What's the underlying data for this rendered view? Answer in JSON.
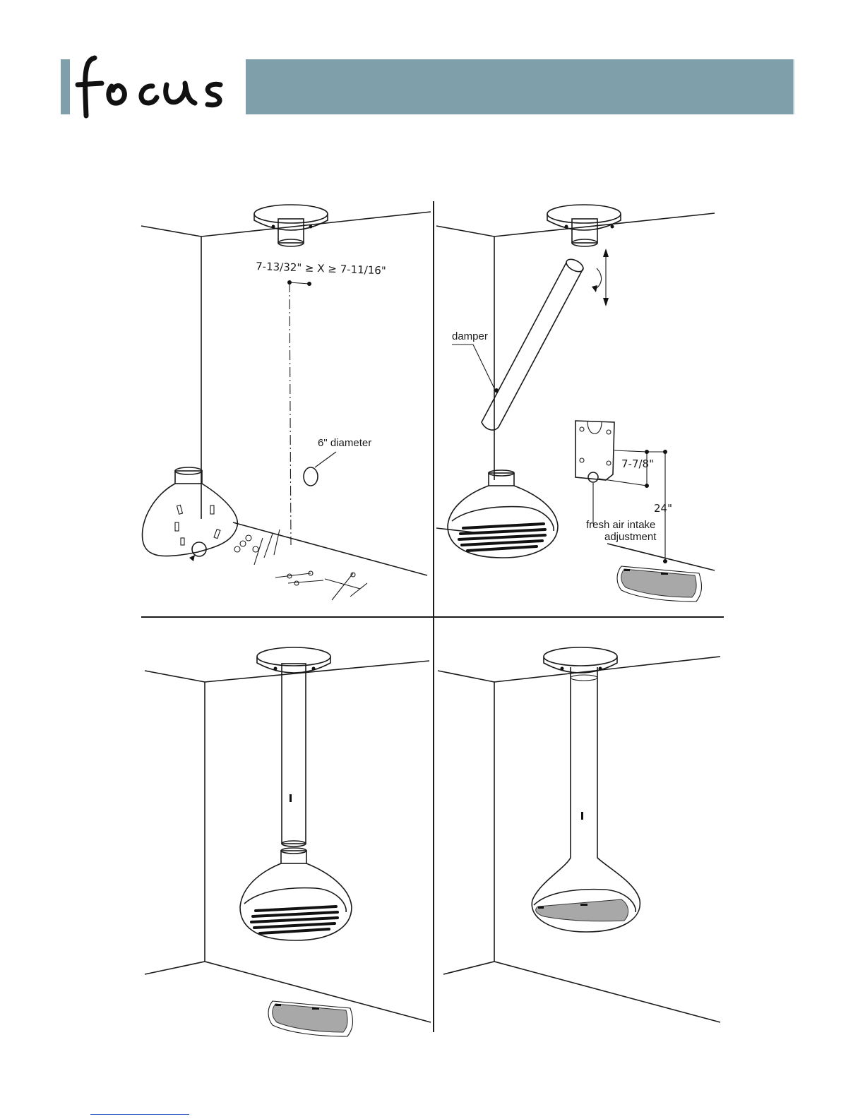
{
  "brand": {
    "name": "focus"
  },
  "colors": {
    "header_band": "#7f9fab",
    "plate_fill": "#cfcfcf",
    "tray_fill": "#a8a8a8"
  },
  "panels": {
    "top_left": {
      "dimension_label": "7-13/32\" ≥ X ≥ 7-11/16\"",
      "pipe_label": "6\" diameter"
    },
    "top_right": {
      "damper_label": "damper",
      "width_label": "7-7/8\"",
      "height_label": "24\"",
      "air_intake_line1": "fresh air intake",
      "air_intake_line2": "adjustment"
    },
    "bottom_left": {},
    "bottom_right": {}
  }
}
